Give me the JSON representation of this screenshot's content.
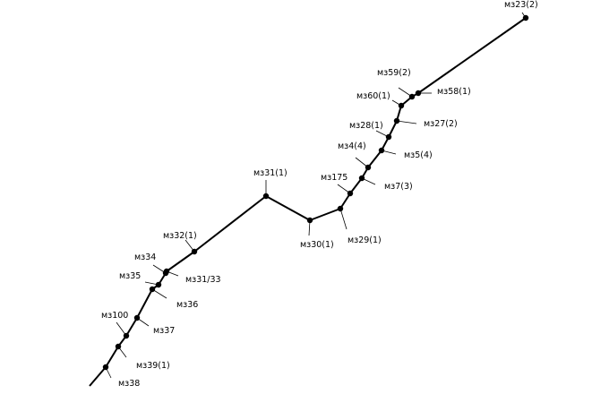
{
  "diagram": {
    "line_color": "#000000",
    "node_color": "#000000",
    "nodes": [
      {
        "id": "n01",
        "label": "мз38"
      },
      {
        "id": "n02",
        "label": "мз39(1)"
      },
      {
        "id": "n03",
        "label": "мз100"
      },
      {
        "id": "n04",
        "label": "мз37"
      },
      {
        "id": "n05",
        "label": "мз36"
      },
      {
        "id": "n06",
        "label": "мз35"
      },
      {
        "id": "n07",
        "label": "мз34"
      },
      {
        "id": "n08",
        "label": "мз31/33"
      },
      {
        "id": "n09",
        "label": "мз32(1)"
      },
      {
        "id": "n10",
        "label": "мз31(1)"
      },
      {
        "id": "n11",
        "label": "мз30(1)"
      },
      {
        "id": "n12",
        "label": "мз29(1)"
      },
      {
        "id": "n13",
        "label": "мз175"
      },
      {
        "id": "n14",
        "label": "мз7(3)"
      },
      {
        "id": "n15",
        "label": "мз4(4)"
      },
      {
        "id": "n16",
        "label": "мз5(4)"
      },
      {
        "id": "n17",
        "label": "мз28(1)"
      },
      {
        "id": "n18",
        "label": "мз27(2)"
      },
      {
        "id": "n19",
        "label": "мз60(1)"
      },
      {
        "id": "n20",
        "label": "мз59(2)"
      },
      {
        "id": "n21",
        "label": "мз58(1)"
      },
      {
        "id": "n22",
        "label": "мз23(2)"
      }
    ]
  }
}
